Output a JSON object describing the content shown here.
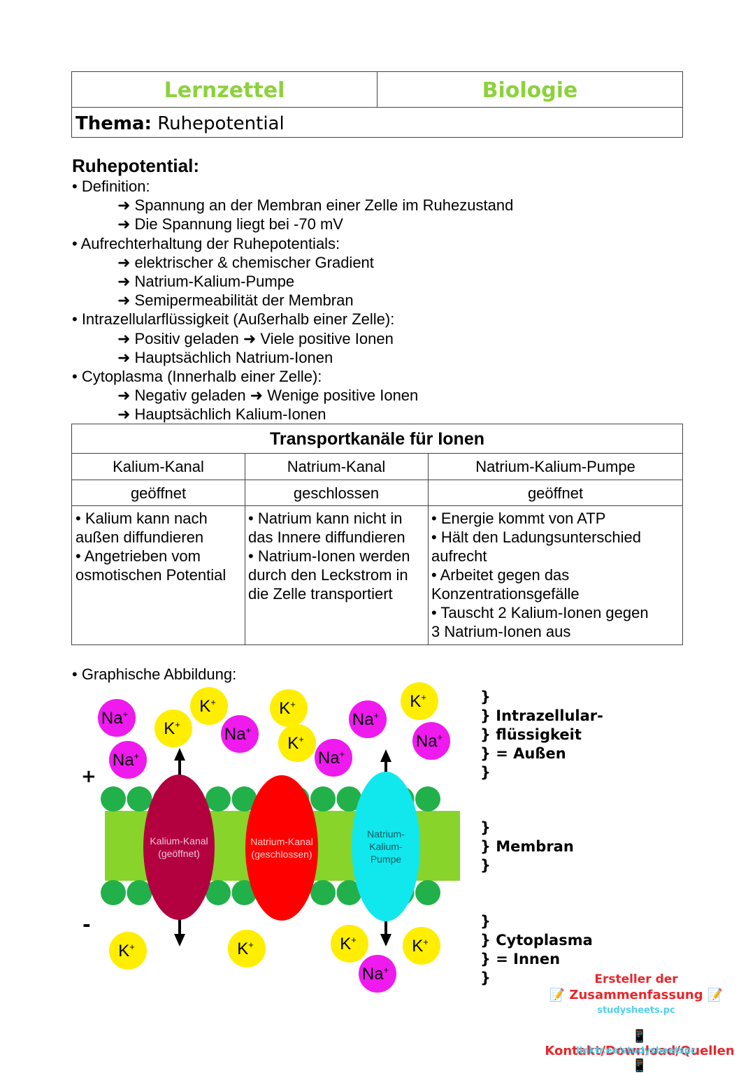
{
  "header": {
    "left_title": "Lernzettel",
    "right_title": "Biologie",
    "topic_label": "Thema:",
    "topic_value": "Ruhepotential"
  },
  "section": {
    "title": "Ruhepotential:",
    "lines": [
      {
        "level": 1,
        "text": "• Definition:"
      },
      {
        "level": 2,
        "text": "➜ Spannung an der Membran einer Zelle im Ruhezustand"
      },
      {
        "level": 2,
        "text": "➜ Die Spannung liegt bei -70 mV"
      },
      {
        "level": 1,
        "text": "• Aufrechterhaltung der Ruhepotentials:"
      },
      {
        "level": 2,
        "text": "➜ elektrischer & chemischer Gradient"
      },
      {
        "level": 2,
        "text": "➜ Natrium-Kalium-Pumpe"
      },
      {
        "level": 2,
        "text": "➜ Semipermeabilität der Membran"
      },
      {
        "level": 1,
        "text": "• Intrazellularflüssigkeit (Außerhalb einer Zelle):"
      },
      {
        "level": 2,
        "text": "➜ Positiv geladen ➜ Viele positive Ionen"
      },
      {
        "level": 2,
        "text": "➜ Hauptsächlich Natrium-Ionen"
      },
      {
        "level": 1,
        "text": "• Cytoplasma (Innerhalb einer Zelle):"
      },
      {
        "level": 2,
        "text": "➜ Negativ geladen ➜ Wenige positive Ionen"
      },
      {
        "level": 2,
        "text": "➜ Hauptsächlich Kalium-Ionen"
      }
    ]
  },
  "table": {
    "title": "Transportkanäle für Ionen",
    "columns": [
      {
        "name": "Kalium-Kanal",
        "state": "geöffnet",
        "description": "• Kalium kann nach\naußen diffundieren\n• Angetrieben vom\nosmotischen Potential"
      },
      {
        "name": "Natrium-Kanal",
        "state": "geschlossen",
        "description": "• Natrium kann nicht in\ndas Innere diffundieren\n• Natrium-Ionen werden\ndurch den Leckstrom in\ndie Zelle transportiert"
      },
      {
        "name": "Natrium-Kalium-Pumpe",
        "state": "geöffnet",
        "description": "• Energie kommt von ATP\n• Hält den Ladungsunterschied\naufrecht\n• Arbeitet gegen das\nKonzentrationsgefälle\n• Tauscht 2 Kalium-Ionen gegen\n3 Natrium-Ionen aus"
      }
    ]
  },
  "figure": {
    "caption": "• Graphische Abbildung:",
    "plus_sign": "+",
    "minus_sign": "-",
    "channel_labels": {
      "kalium": "Kalium-Kanal\n(geöffnet)",
      "natrium": "Natrium-Kanal\n(geschlossen)",
      "pumpe": "Natrium-\nKalium-\nPumpe"
    },
    "ion_labels": {
      "na": "Na",
      "k": "K",
      "charge": "+"
    },
    "side_labels": {
      "outside": "}\n} Intrazellular-\n} flüssigkeit\n} = Außen\n}",
      "membrane": "}\n} Membran\n}",
      "inside": "}\n} Cytoplasma\n} = Innen\n}"
    },
    "colors": {
      "sodium": "#ee1aee",
      "potassium": "#ffee00",
      "membrane_body": "#88d42a",
      "membrane_heads": "#22b04a",
      "kalium_channel": "#b3003f",
      "natrium_channel": "#ff0000",
      "pump": "#11e8ee"
    }
  },
  "credits": {
    "line1": "Ersteller der",
    "line2": "📝 Zusammenfassung 📝",
    "line3": "studysheets.pc",
    "line4": "📱 Kontakt/Download/Quellen 📱",
    "line5": "linktr.ee/studysheetspc"
  }
}
